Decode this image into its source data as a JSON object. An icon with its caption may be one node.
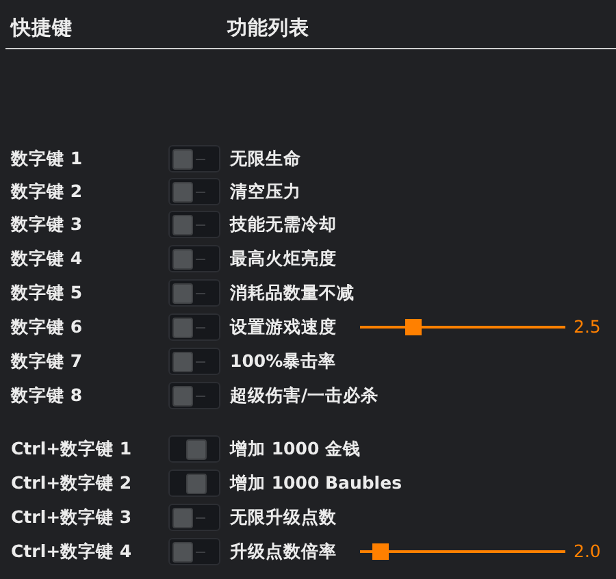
{
  "diagram": {
    "labels": [
      "快捷键",
      "功能列表",
      "数字键 1",
      "无限生命",
      "数字键 2",
      "清空压力",
      "数字键 3",
      "技能无需冷却",
      "数字键 4",
      "最高火炬亮度",
      "数字键 5",
      "消耗品数量不减",
      "数字键 6",
      "设置游戏速度",
      "2.5",
      "数字键 7",
      "100%暴击率",
      "数字键 8",
      "超级伤害/一击必杀",
      "Ctrl+数字键 1",
      "增加 1000 金钱",
      "Ctrl+数字键 2",
      "增加 1000 Baubles",
      "Ctrl+数字键 3",
      "无限升级点数",
      "Ctrl+数字键 4",
      "升级点数倍率",
      "2.0"
    ]
  }
}
